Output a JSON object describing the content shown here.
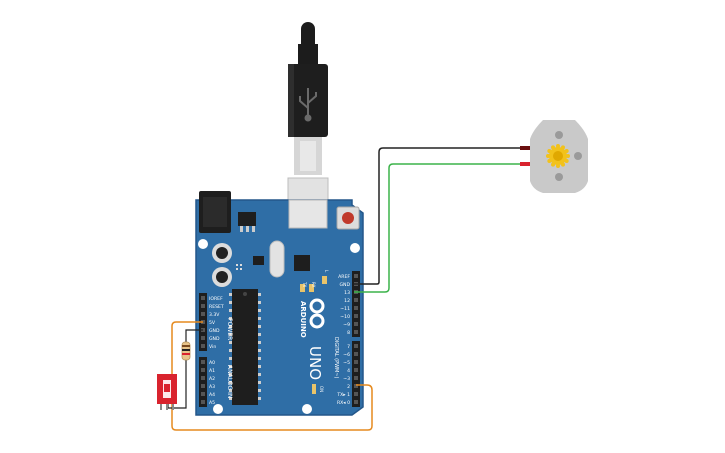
{
  "colors": {
    "board": "#2f6ea6",
    "board_edge": "#24578a",
    "wire_black": "#222222",
    "wire_green": "#3bb34a",
    "wire_orange": "#e58a1f",
    "switch_red": "#d9232e",
    "motor_grey": "#c9c9c9",
    "motor_hub": "#f2c21b"
  },
  "board": {
    "brand": "ARDUINO",
    "model": "UNO",
    "on_label": "ON",
    "led_labels": [
      "TX",
      "RX",
      "L"
    ],
    "digital_header_label": "DIGITAL (PWM~)",
    "power_header_label": "POWER",
    "analog_header_label": "ANALOG IN",
    "power_pins": [
      "IOREF",
      "RESET",
      "3.3V",
      "5V",
      "GND",
      "GND",
      "Vin"
    ],
    "analog_pins": [
      "A0",
      "A1",
      "A2",
      "A3",
      "A4",
      "A5"
    ],
    "digital_pins_top": [
      "AREF",
      "GND",
      "13",
      "12",
      "~11",
      "~10",
      "~9",
      "8"
    ],
    "digital_pins_bottom": [
      "7",
      "~6",
      "~5",
      "4",
      "~3",
      "2",
      "TX▸ 1",
      "RX◂ 0"
    ]
  },
  "icons": {
    "usb": "usb-icon",
    "motor": "dc-motor-icon",
    "resistor": "resistor-icon",
    "switch": "slide-switch-icon"
  }
}
